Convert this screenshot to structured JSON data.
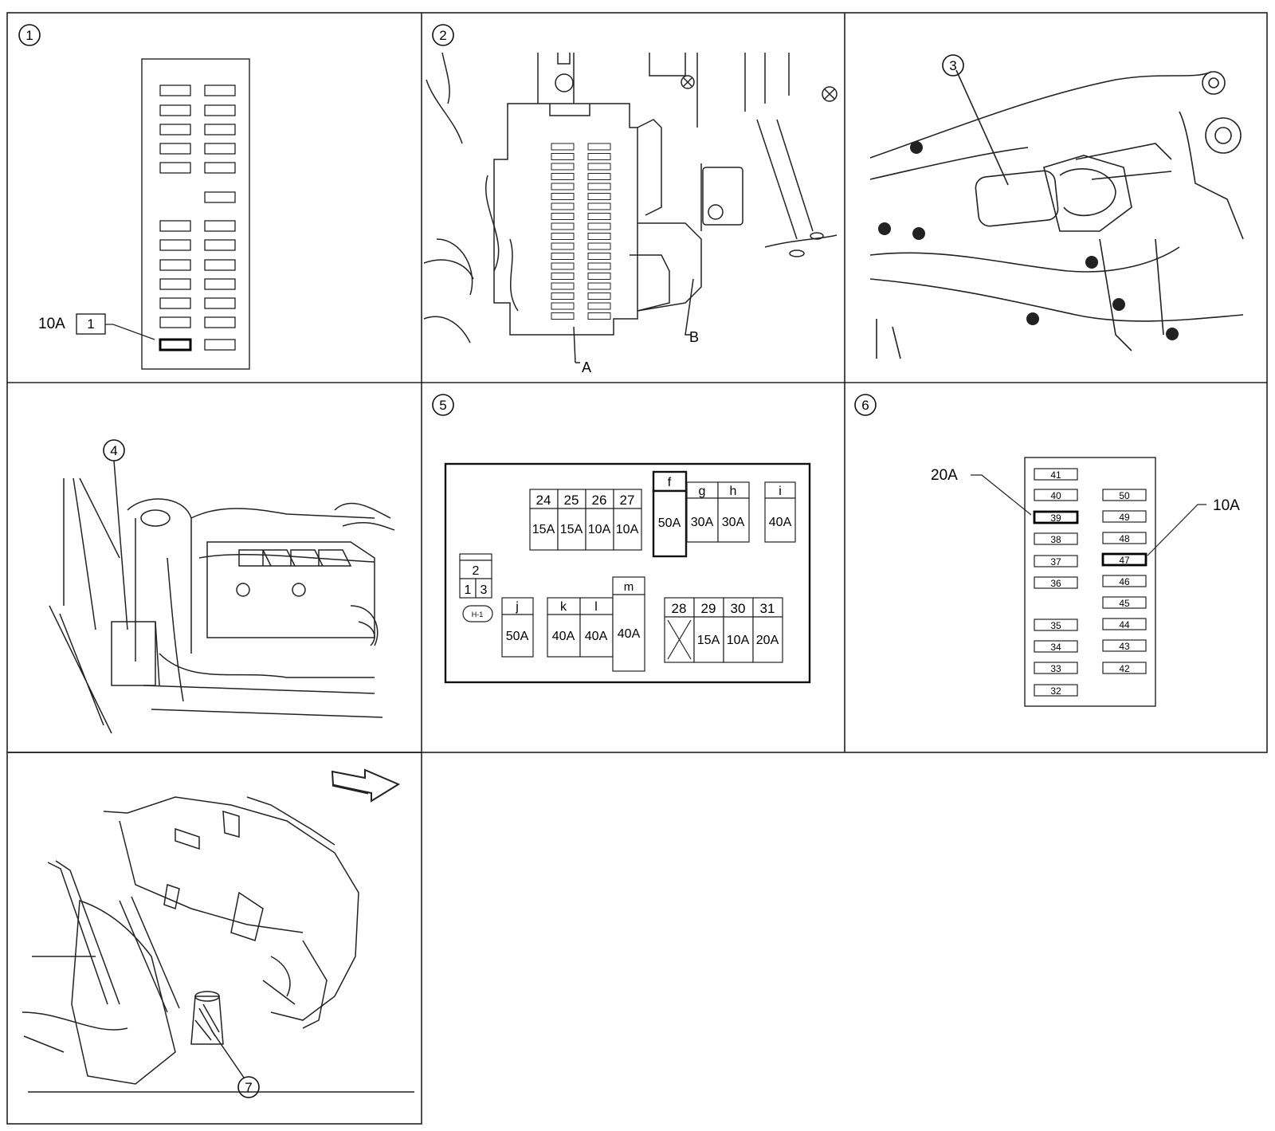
{
  "panels": [
    {
      "num": "1"
    },
    {
      "num": "2"
    },
    {
      "num": "3"
    },
    {
      "num": "4"
    },
    {
      "num": "5"
    },
    {
      "num": "6"
    },
    {
      "num": "7"
    }
  ],
  "panel1": {
    "fuse_rating": "10A",
    "fuse_number": "1"
  },
  "panel2": {
    "label_a": "A",
    "label_b": "B"
  },
  "panel5": {
    "conn_top": "2",
    "conn_left": "1",
    "conn_right": "3",
    "conn_tag": "H-1",
    "group1": {
      "numbers": [
        "24",
        "25",
        "26",
        "27"
      ],
      "ratings": [
        "15A",
        "15A",
        "10A",
        "10A"
      ]
    },
    "f": {
      "letter": "f",
      "rating": "50A"
    },
    "gh": {
      "letters": [
        "g",
        "h"
      ],
      "ratings": [
        "30A",
        "30A"
      ]
    },
    "i": {
      "letter": "i",
      "rating": "40A"
    },
    "j": {
      "letter": "j",
      "rating": "50A"
    },
    "kl": {
      "letters": [
        "k",
        "l"
      ],
      "ratings": [
        "40A",
        "40A"
      ]
    },
    "m": {
      "letter": "m",
      "rating": "40A"
    },
    "group2": {
      "numbers": [
        "28",
        "29",
        "30",
        "31"
      ],
      "ratings": [
        "",
        "15A",
        "10A",
        "20A"
      ]
    }
  },
  "panel6": {
    "left_col": [
      "41",
      "40",
      "39",
      "38",
      "37",
      "36",
      "35",
      "34",
      "33",
      "32"
    ],
    "right_col": [
      "50",
      "49",
      "48",
      "47",
      "46",
      "45",
      "44",
      "43",
      "42"
    ],
    "callout_left": "20A",
    "callout_right": "10A"
  }
}
